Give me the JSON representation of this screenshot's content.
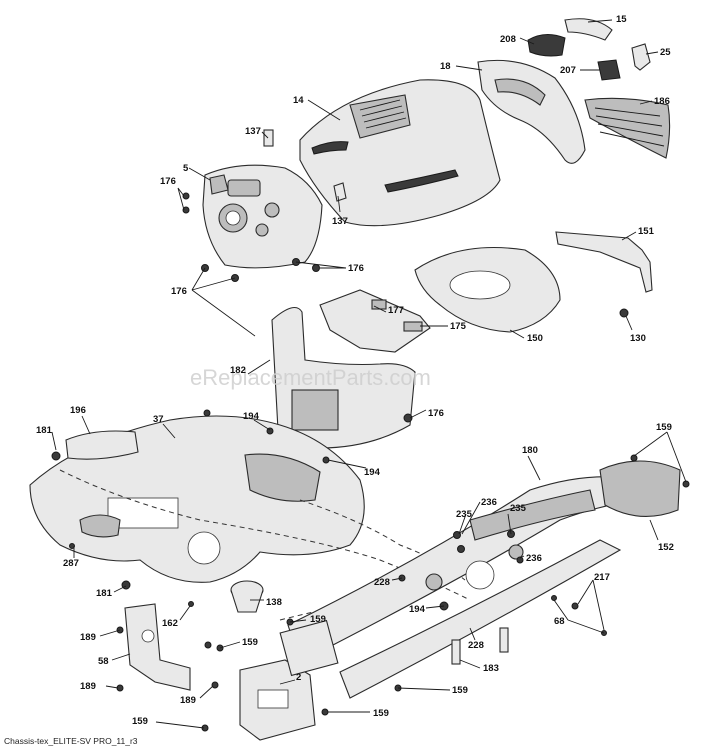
{
  "labels": [
    "15",
    "208",
    "25",
    "18",
    "207",
    "186",
    "14",
    "137",
    "5",
    "176",
    "137",
    "151",
    "176",
    "176",
    "177",
    "175",
    "150",
    "130",
    "182",
    "176",
    "196",
    "37",
    "194",
    "181",
    "194",
    "159",
    "180",
    "236",
    "235",
    "235",
    "236",
    "152",
    "287",
    "228",
    "217",
    "181",
    "138",
    "194",
    "68",
    "162",
    "159",
    "159",
    "228",
    "189",
    "58",
    "183",
    "189",
    "2",
    "159",
    "189",
    "159",
    "159"
  ],
  "watermark": "eReplacementParts.com",
  "footer": "Chassis-tex_ELITE-SV PRO_11_r3"
}
